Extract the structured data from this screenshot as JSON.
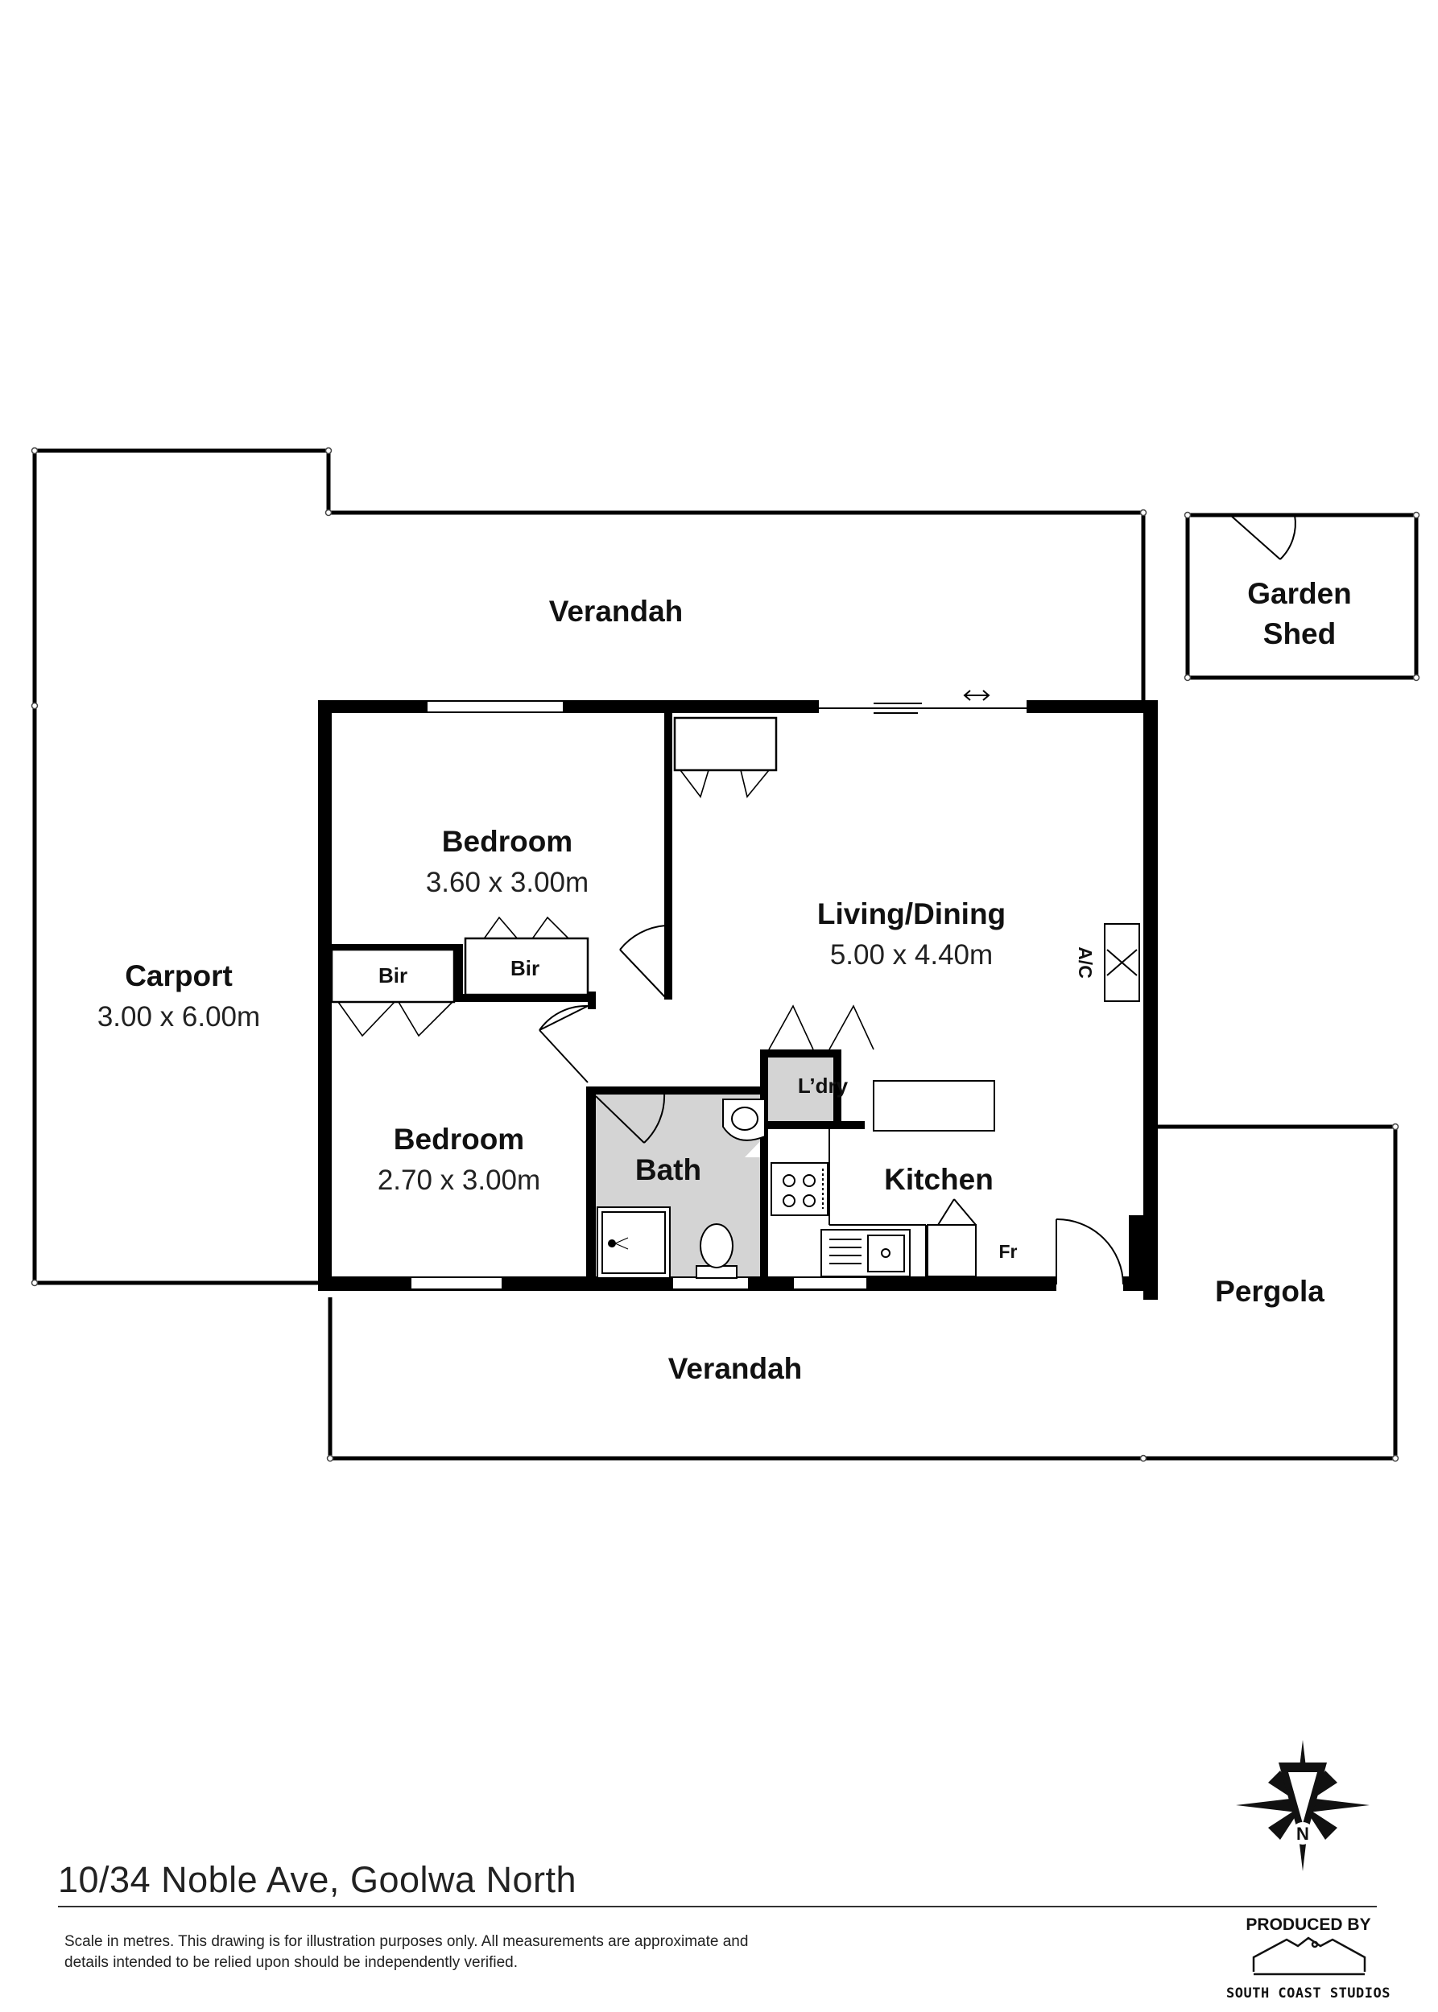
{
  "rooms": {
    "verandah_top": {
      "name": "Verandah"
    },
    "garden_shed": {
      "name_line1": "Garden",
      "name_line2": "Shed"
    },
    "bedroom1": {
      "name": "Bedroom",
      "dims": "3.60 x 3.00m"
    },
    "living_dining": {
      "name": "Living/Dining",
      "dims": "5.00 x 4.40m"
    },
    "carport": {
      "name": "Carport",
      "dims": "3.00 x 6.00m"
    },
    "bir_left": {
      "name": "Bir"
    },
    "bir_right": {
      "name": "Bir"
    },
    "bedroom2": {
      "name": "Bedroom",
      "dims": "2.70 x 3.00m"
    },
    "bath": {
      "name": "Bath"
    },
    "laundry": {
      "name": "L’dry"
    },
    "kitchen": {
      "name": "Kitchen"
    },
    "fridge": {
      "name": "Fr"
    },
    "ac": {
      "name": "A/C"
    },
    "pergola": {
      "name": "Pergola"
    },
    "verandah_bottom": {
      "name": "Verandah"
    }
  },
  "footer": {
    "address": "10/34 Noble Ave, Goolwa North",
    "disclaimer": "Scale in metres. This drawing is for illustration purposes only. All measurements are approximate and details intended to be relied upon should be independently verified.",
    "produced_by": "PRODUCED BY",
    "studio": "SOUTH COAST STUDIOS",
    "compass_letter": "N"
  },
  "colors": {
    "wall": "#000000",
    "wet_area": "#d4d4d4",
    "background": "#ffffff"
  }
}
